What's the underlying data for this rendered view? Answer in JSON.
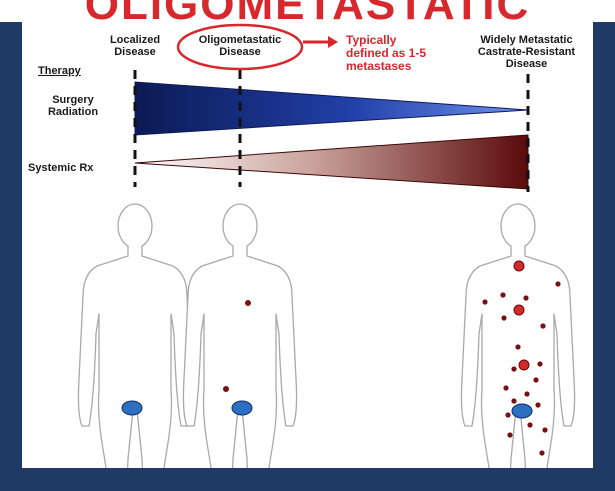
{
  "banner": {
    "text": "OLIGOMETASTATIC"
  },
  "stages": {
    "localized": "Localized\nDisease",
    "oligometastatic": "Oligometastatic\nDisease",
    "widely_metastatic": "Widely Metastatic\nCastrate-Resistant\nDisease"
  },
  "annotation": "Typically\ndefined as 1-5\nmetastases",
  "therapy": {
    "header": "Therapy",
    "surgery_radiation": "Surgery\nRadiation",
    "systemic_rx": "Systemic Rx"
  },
  "colors": {
    "frame": "#1f3a64",
    "accent_red": "#d8272d",
    "local_wedge_dark": "#0c1a55",
    "local_wedge_light": "#3f6ad8",
    "systemic_wedge_dark": "#5a0a0a",
    "lesion_small": "#7a0f14",
    "lesion_large": "#d42a2a",
    "prostate": "#2d6fc0"
  }
}
